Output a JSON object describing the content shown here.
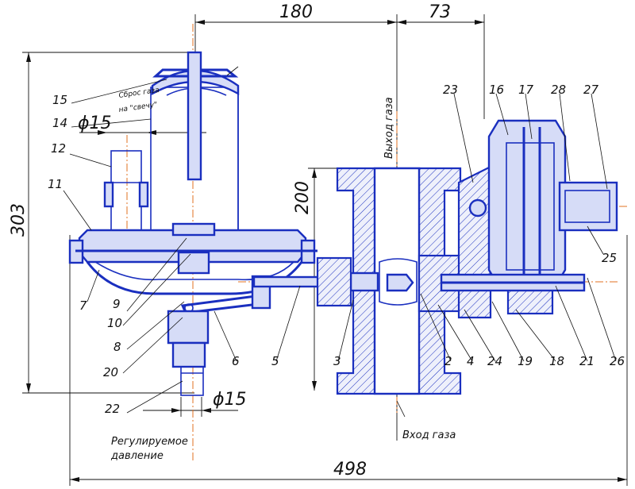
{
  "dimensions": {
    "top_left": "180",
    "top_right": "73",
    "left_height": "303",
    "body_height": "200",
    "inlet_diameter": "ϕ15",
    "outlet_diameter": "ϕ15",
    "overall_width": "498"
  },
  "annotations": {
    "gas_release_line1": "Сброс газа",
    "gas_release_line2": "на \"свечу\"",
    "gas_outlet": "Выход газа",
    "gas_inlet": "Вход газа",
    "regulated_line1": "Регулируемое",
    "regulated_line2": "давление"
  },
  "callouts": [
    "15",
    "14",
    "12",
    "11",
    "7",
    "9",
    "10",
    "8",
    "20",
    "22",
    "6",
    "5",
    "3",
    "2",
    "4",
    "24",
    "19",
    "18",
    "21",
    "26",
    "25",
    "23",
    "16",
    "17",
    "28",
    "27"
  ],
  "colors": {
    "outline": "#1a2fbf",
    "axis": "#e07020",
    "ink": "#111111"
  }
}
